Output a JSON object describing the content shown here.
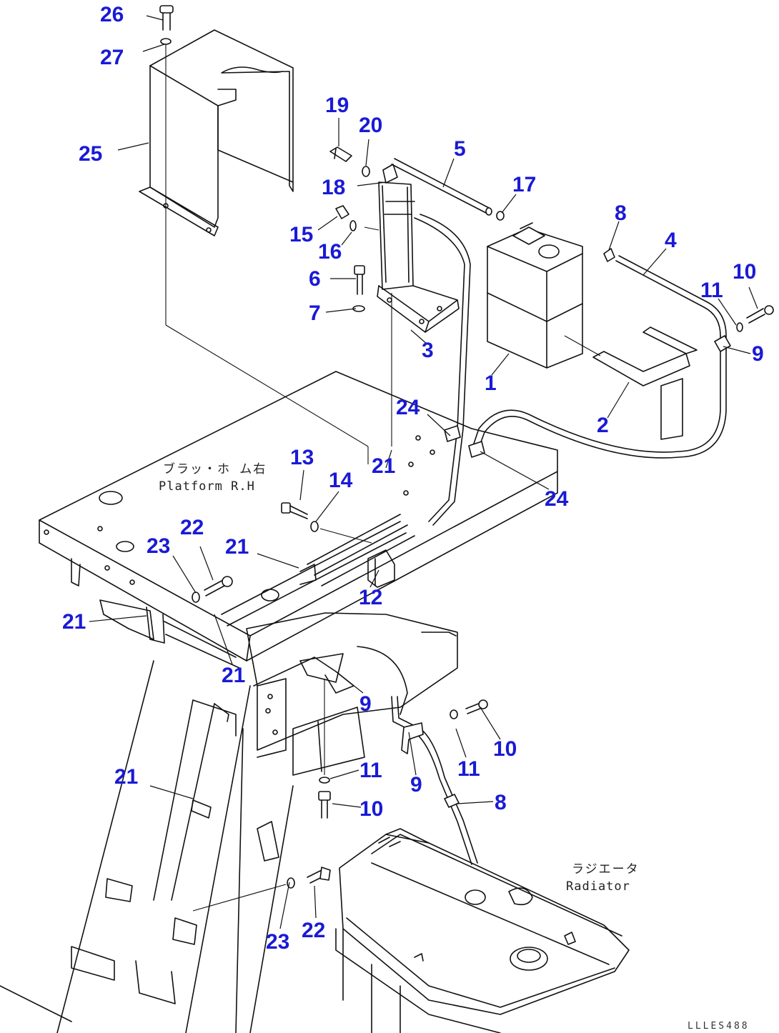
{
  "diagram": {
    "callouts": [
      {
        "n": "26",
        "lead": [
          [
            228,
            28
          ],
          [
            205,
            22
          ]
        ]
      },
      {
        "n": "27",
        "lead": [
          [
            230,
            62
          ],
          [
            200,
            72
          ]
        ]
      },
      {
        "n": "25",
        "lead": [
          [
            208,
            200
          ],
          [
            165,
            210
          ]
        ]
      },
      {
        "n": "19",
        "lead": [
          [
            474,
            205
          ],
          [
            474,
            165
          ]
        ]
      },
      {
        "n": "20",
        "lead": [
          [
            512,
            232
          ],
          [
            516,
            195
          ]
        ]
      },
      {
        "n": "5",
        "lead": [
          [
            620,
            262
          ],
          [
            635,
            222
          ]
        ]
      },
      {
        "n": "18",
        "lead": [
          [
            540,
            255
          ],
          [
            500,
            260
          ]
        ]
      },
      {
        "n": "17",
        "lead": [
          [
            702,
            298
          ],
          [
            722,
            272
          ]
        ]
      },
      {
        "n": "8",
        "lead": [
          [
            852,
            350
          ],
          [
            866,
            310
          ]
        ]
      },
      {
        "n": "4",
        "lead": [
          [
            900,
            385
          ],
          [
            932,
            348
          ]
        ]
      },
      {
        "n": "10",
        "lead": [
          [
            1060,
            432
          ],
          [
            1048,
            402
          ]
        ]
      },
      {
        "n": "11",
        "lead": [
          [
            1030,
            455
          ],
          [
            1005,
            418
          ]
        ]
      },
      {
        "n": "9",
        "lead": [
          [
            1012,
            485
          ],
          [
            1050,
            495
          ]
        ]
      },
      {
        "n": "15",
        "lead": [
          [
            472,
            303
          ],
          [
            445,
            322
          ]
        ]
      },
      {
        "n": "16",
        "lead": [
          [
            492,
            325
          ],
          [
            478,
            343
          ]
        ]
      },
      {
        "n": "6",
        "lead": [
          [
            498,
            390
          ],
          [
            462,
            390
          ]
        ]
      },
      {
        "n": "7",
        "lead": [
          [
            498,
            432
          ],
          [
            456,
            437
          ]
        ]
      },
      {
        "n": "3",
        "lead": [
          [
            575,
            462
          ],
          [
            598,
            482
          ]
        ]
      },
      {
        "n": "1",
        "lead": [
          [
            712,
            495
          ],
          [
            688,
            525
          ]
        ]
      },
      {
        "n": "2",
        "lead": [
          [
            880,
            535
          ],
          [
            850,
            585
          ]
        ]
      },
      {
        "n": "24",
        "lead": [
          [
            630,
            610
          ],
          [
            598,
            580
          ]
        ]
      },
      {
        "n": "24",
        "lead": [
          [
            672,
            632
          ],
          [
            768,
            685
          ]
        ]
      },
      {
        "n": "13",
        "lead": [
          [
            420,
            700
          ],
          [
            425,
            658
          ]
        ]
      },
      {
        "n": "21",
        "lead": [
          [
            548,
            630
          ],
          [
            540,
            655
          ]
        ]
      },
      {
        "n": "14",
        "lead": [
          [
            442,
            730
          ],
          [
            474,
            688
          ]
        ]
      },
      {
        "n": "22",
        "lead": [
          [
            298,
            812
          ],
          [
            280,
            765
          ]
        ]
      },
      {
        "n": "23",
        "lead": [
          [
            274,
            830
          ],
          [
            242,
            778
          ]
        ]
      },
      {
        "n": "21",
        "lead": [
          [
            418,
            795
          ],
          [
            360,
            775
          ]
        ]
      },
      {
        "n": "12",
        "lead": [
          [
            530,
            798
          ],
          [
            518,
            822
          ]
        ]
      },
      {
        "n": "21",
        "lead": [
          [
            205,
            862
          ],
          [
            125,
            870
          ]
        ]
      },
      {
        "n": "21",
        "lead": [
          [
            300,
            860
          ],
          [
            325,
            930
          ]
        ]
      },
      {
        "n": "9",
        "lead": [
          [
            470,
            940
          ],
          [
            508,
            970
          ]
        ]
      },
      {
        "n": "10",
        "lead": [
          [
            672,
            990
          ],
          [
            700,
            1035
          ]
        ]
      },
      {
        "n": "11",
        "lead": [
          [
            638,
            1020
          ],
          [
            652,
            1060
          ]
        ]
      },
      {
        "n": "9",
        "lead": [
          [
            572,
            1025
          ],
          [
            582,
            1085
          ]
        ]
      },
      {
        "n": "11",
        "lead": [
          [
            462,
            1090
          ],
          [
            502,
            1078
          ]
        ]
      },
      {
        "n": "10",
        "lead": [
          [
            465,
            1125
          ],
          [
            505,
            1130
          ]
        ]
      },
      {
        "n": "8",
        "lead": [
          [
            640,
            1125
          ],
          [
            690,
            1122
          ]
        ]
      },
      {
        "n": "21",
        "lead": [
          [
            270,
            1118
          ],
          [
            210,
            1100
          ]
        ]
      },
      {
        "n": "23",
        "lead": [
          [
            405,
            1235
          ],
          [
            392,
            1300
          ]
        ]
      },
      {
        "n": "22",
        "lead": [
          [
            440,
            1240
          ],
          [
            442,
            1285
          ]
        ]
      }
    ],
    "labels": {
      "platform_jp": "ブラッ・ホ ム右",
      "platform_en": "Platform R.H",
      "radiator_jp": "ラジエータ",
      "radiator_en": "Radiator"
    },
    "drawing_code": "LLLES488"
  }
}
